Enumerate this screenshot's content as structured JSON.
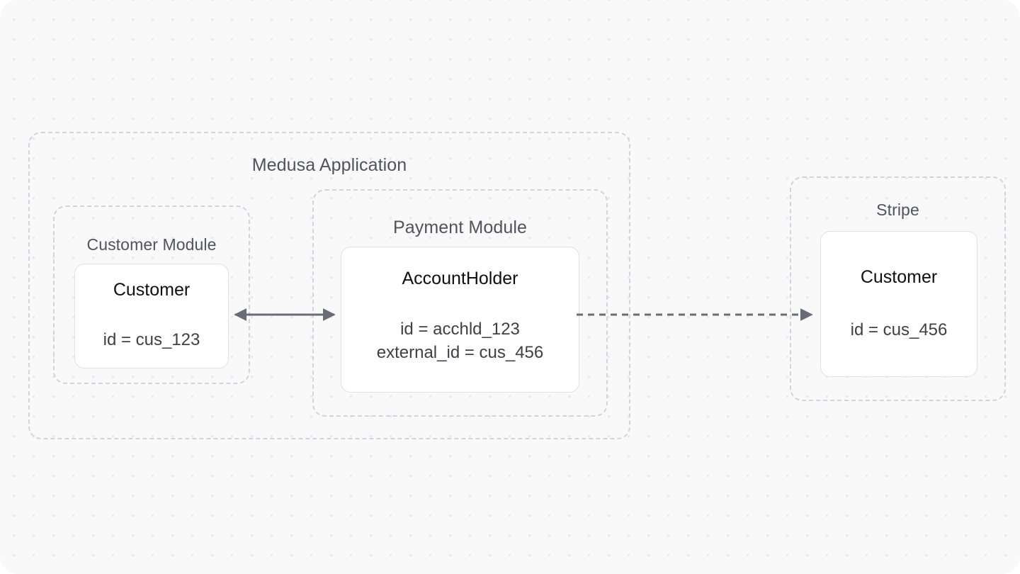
{
  "diagram": {
    "title_hidden": "",
    "groups": [
      {
        "id": "medusa",
        "label": "Medusa Application",
        "style": "dashed"
      },
      {
        "id": "customer",
        "label": "Customer Module",
        "style": "dashed"
      },
      {
        "id": "payment",
        "label": "Payment Module",
        "style": "dashed"
      },
      {
        "id": "stripe",
        "label": "Stripe",
        "style": "dashed"
      }
    ],
    "cards": [
      {
        "id": "customer-medusa",
        "title": "Customer",
        "attributes": [
          "id = cus_123"
        ]
      },
      {
        "id": "accountholder",
        "title": "AccountHolder",
        "attributes": [
          "id = acchld_123",
          "external_id = cus_456"
        ]
      },
      {
        "id": "customer-stripe",
        "title": "Customer",
        "attributes": [
          "id = cus_456"
        ]
      }
    ],
    "connectors": [
      {
        "id": "customer-accountholder",
        "from": "customer-medusa",
        "to": "accountholder",
        "line": "solid",
        "arrowheads": "both",
        "label": ""
      },
      {
        "id": "accountholder-stripe",
        "from": "accountholder",
        "to": "customer-stripe",
        "line": "dashed",
        "arrowheads": "end",
        "label": ""
      }
    ],
    "colors": {
      "canvas_background": "#f9f9fa",
      "dot_grid": "#e7e7ea",
      "group_border": "#d3d3d9",
      "card_background": "#ffffff",
      "card_border": "#e1e1e6",
      "card_title_text": "#0f0f12",
      "card_attr_text": "#3f3f4a",
      "group_label_text": "#52525e",
      "connector": "#6b6b78"
    }
  }
}
